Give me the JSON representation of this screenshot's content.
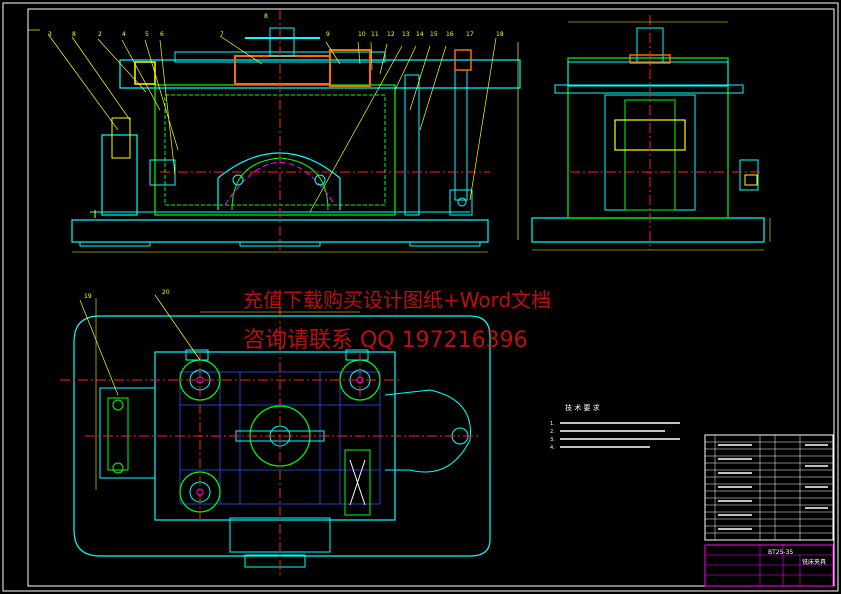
{
  "drawing": {
    "part_code": "BT25-35",
    "title": "铣床夹具",
    "tech_req_title": "技 术 要 求",
    "tech_req_items": [
      "1.",
      "2.",
      "3.",
      "4."
    ],
    "balloons_front": [
      "3",
      "8",
      "2",
      "4",
      "5",
      "6",
      "7",
      "9",
      "10",
      "11",
      "12",
      "13",
      "14",
      "15",
      "16",
      "17",
      "18"
    ],
    "balloon_top_center": "8",
    "balloons_plan": [
      "19",
      "20"
    ]
  },
  "watermark": {
    "line1": "充值下载购买设计图纸+Word文档",
    "line2": "咨询请联系 QQ 197216396"
  },
  "colors": {
    "background": "#000000",
    "outline": "#00ffff",
    "part": "#00ff00",
    "center": "#ff2020",
    "dim": "#ffff00",
    "hidden": "#3050ff",
    "hatch": "#ff00ff",
    "border": "#ffffff",
    "watermark": "#e01010"
  }
}
